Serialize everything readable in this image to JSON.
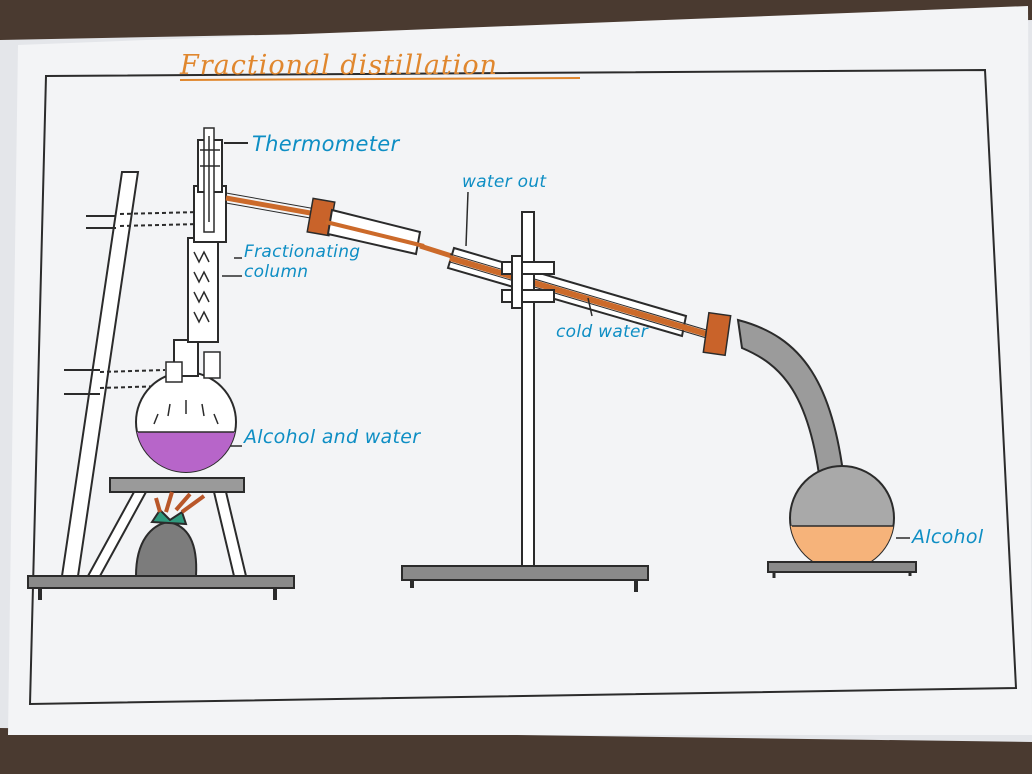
{
  "diagram": {
    "title": "Fractional distillation",
    "labels": {
      "thermometer": "Thermometer",
      "water_out": "water out",
      "fractionating_column_line1": "Fractionating",
      "fractionating_column_line2": "column",
      "cold_water": "cold water",
      "alcohol_and_water": "Alcohol and water",
      "alcohol": "Alcohol"
    },
    "colors": {
      "title": "#e0872e",
      "labels": "#0e8ec4",
      "flask_liquid": "#b765c9",
      "receiver_liquid": "#f6b37a",
      "condenser_tube": "#cc6a2a",
      "stopper": "#c9632a",
      "stand_base": "#8a8a8a",
      "burner": "#7c7c7c",
      "flame": "#2f9a7e",
      "flame_tips": "#b9572a",
      "outflow": "#9b9b9b",
      "paper": "#f3f4f6"
    }
  }
}
